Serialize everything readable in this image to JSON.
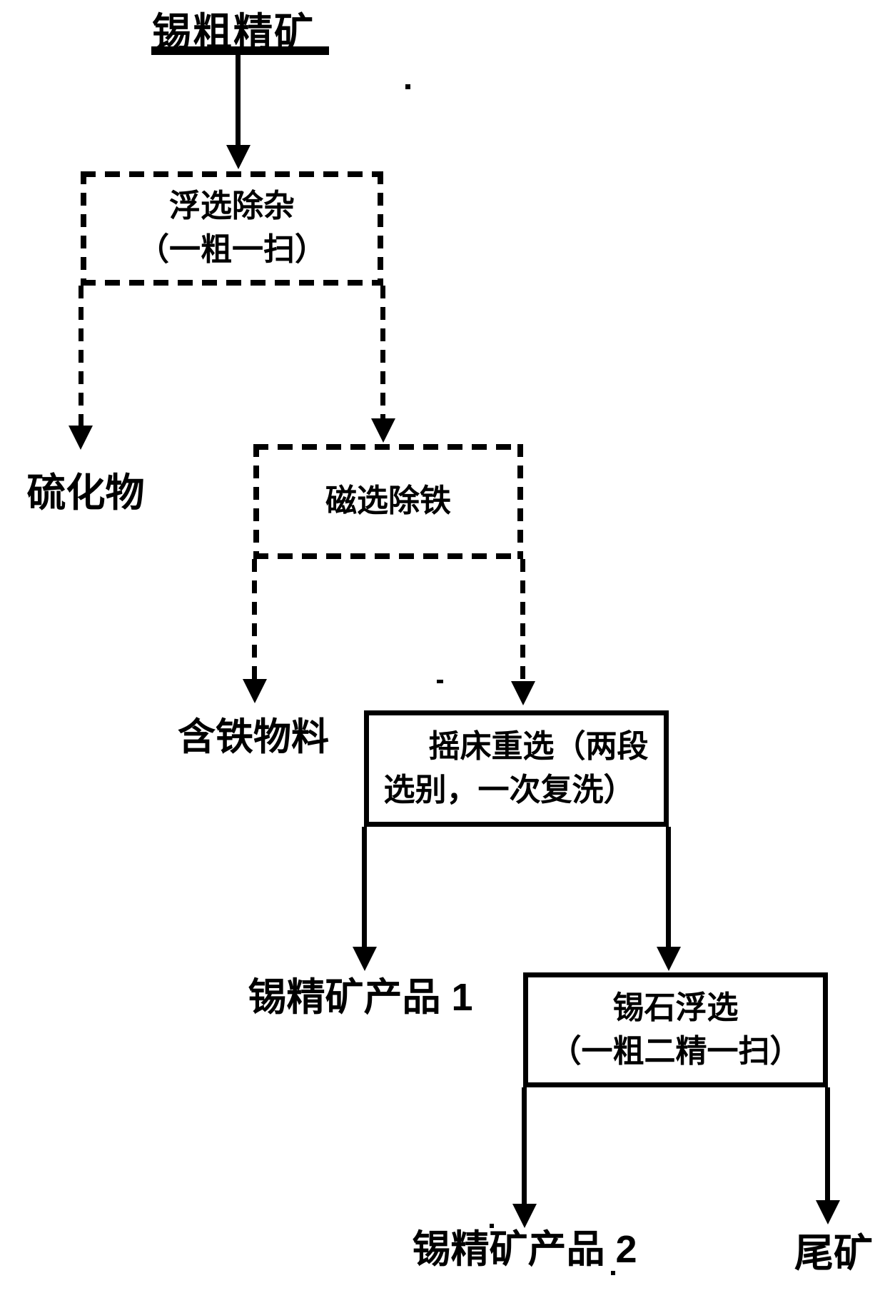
{
  "diagram": {
    "title": "锡粗精矿",
    "boxes": {
      "flotation": {
        "line1": "浮选除杂",
        "line2": "（一粗一扫）"
      },
      "magnetic": {
        "line1": "磁选除铁"
      },
      "shaking": {
        "line1": "摇床重选（两段",
        "line2": "选别，一次复洗）"
      },
      "cassiterite": {
        "line1": "锡石浮选",
        "line2": "（一粗二精一扫）"
      }
    },
    "labels": {
      "sulfide": "硫化物",
      "iron": "含铁物料",
      "product1": "锡精矿产品 1",
      "product2": "锡精矿产品 2",
      "tailings": "尾矿"
    },
    "colors": {
      "ink": "#000000",
      "background": "#ffffff"
    }
  }
}
